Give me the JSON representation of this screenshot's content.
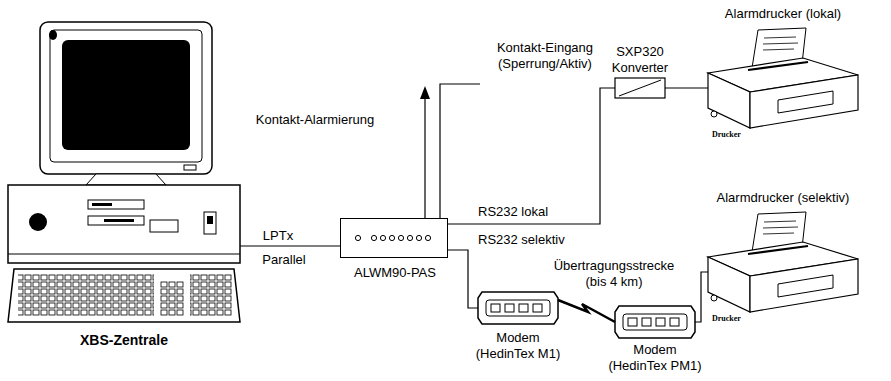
{
  "diagram": {
    "nodes": [
      {
        "text": [
          "XBS-Zentrale"
        ]
      },
      {
        "text": [
          "ALWM90-PAS"
        ]
      },
      {
        "text": [
          "SXP320 Konverter"
        ]
      },
      {
        "text": [
          "Alarmdrucker (lokal)",
          "Drucker"
        ]
      },
      {
        "text": [
          "Modem (HedinTex M1)"
        ]
      },
      {
        "text": [
          "Modem (HedinTex PM1)"
        ]
      },
      {
        "text": [
          "Alarmdrucker (selektiv)",
          "Drucker"
        ]
      }
    ],
    "edges": [
      {
        "from": 0,
        "to": 1,
        "arrow": "none",
        "label": "LPTx"
      },
      {
        "from": 1,
        "to": 2,
        "arrow": "none",
        "label": "RS232 lokal"
      },
      {
        "from": 2,
        "to": 3,
        "arrow": "none"
      },
      {
        "from": 1,
        "to": 4,
        "arrow": "none",
        "label": "RS232 selektiv"
      },
      {
        "from": 4,
        "to": 5,
        "arrow": "none",
        "label": "Übertragungsstrecke (bis 4 km)"
      },
      {
        "from": 5,
        "to": 6,
        "arrow": "none"
      }
    ],
    "labels": [
      "Parallel",
      "Kontakt-Alarmierung",
      "Kontakt-Eingang (Sperrung/Aktiv)"
    ]
  }
}
